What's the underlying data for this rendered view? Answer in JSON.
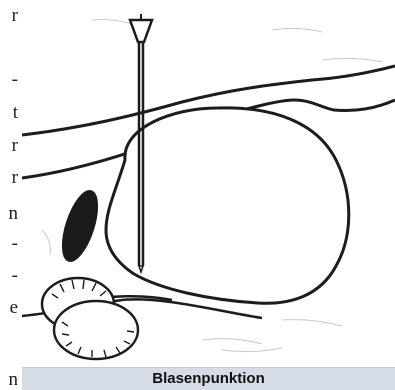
{
  "left_margin_chars": [
    "r",
    "-",
    "t",
    "r",
    "r",
    "n",
    "-",
    "-",
    "e",
    "n"
  ],
  "figure": {
    "caption": "Blasenpunktion"
  },
  "colors": {
    "line": "#1c1c1c",
    "fill": "#ffffff",
    "dark_fill": "#1a1a1a",
    "caption_bg": "#d6dce6",
    "speckle": "#c8c8c8"
  }
}
